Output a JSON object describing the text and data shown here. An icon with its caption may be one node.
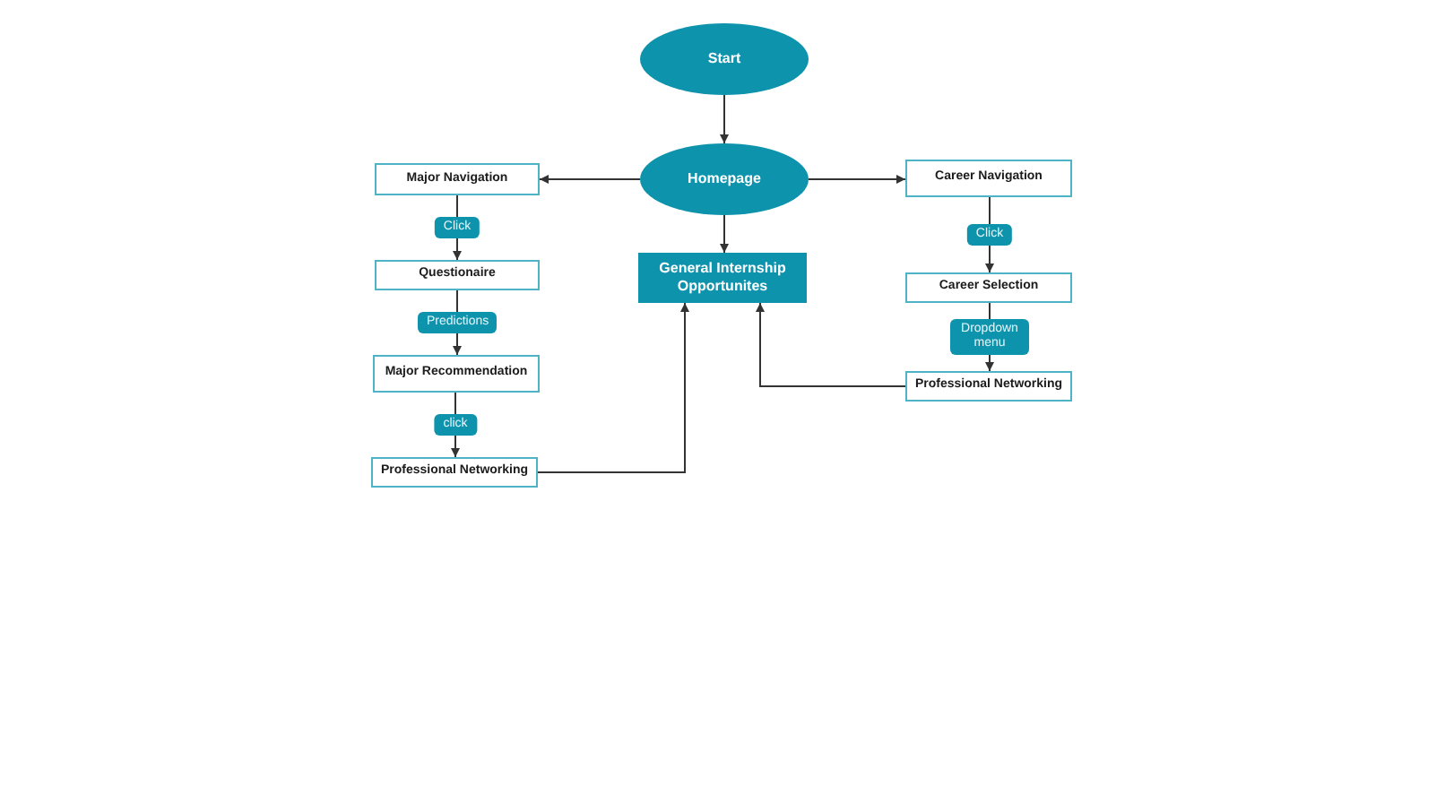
{
  "diagram": {
    "nodes": [
      {
        "text": [
          "Start"
        ]
      },
      {
        "text": [
          "Homepage"
        ]
      },
      {
        "text": [
          "Major Navigation"
        ]
      },
      {
        "text": [
          "Career Navigation"
        ]
      },
      {
        "text": [
          "General Internship Opportunites"
        ]
      },
      {
        "text": [
          "Questionaire"
        ]
      },
      {
        "text": [
          "Career Selection"
        ]
      },
      {
        "text": [
          "Major Recommendation"
        ]
      },
      {
        "text": [
          "Professional Networking"
        ]
      },
      {
        "text": [
          "Professional Networking"
        ]
      }
    ],
    "edges": [
      {
        "from": 0,
        "to": 1,
        "arrow": "to"
      },
      {
        "from": 1,
        "to": 2,
        "arrow": "to"
      },
      {
        "from": 1,
        "to": 3,
        "arrow": "to"
      },
      {
        "from": 1,
        "to": 4,
        "arrow": "to"
      },
      {
        "from": 2,
        "to": 5,
        "arrow": "to",
        "label": "Click"
      },
      {
        "from": 3,
        "to": 6,
        "arrow": "to",
        "label": "Click"
      },
      {
        "from": 5,
        "to": 7,
        "arrow": "to",
        "label": "Predictions"
      },
      {
        "from": 6,
        "to": 8,
        "arrow": "to",
        "label": "Dropdown menu"
      },
      {
        "from": 7,
        "to": 9,
        "arrow": "to",
        "label": "click"
      },
      {
        "from": 9,
        "to": 4,
        "arrow": "to"
      },
      {
        "from": 8,
        "to": 4,
        "arrow": "to"
      }
    ]
  }
}
